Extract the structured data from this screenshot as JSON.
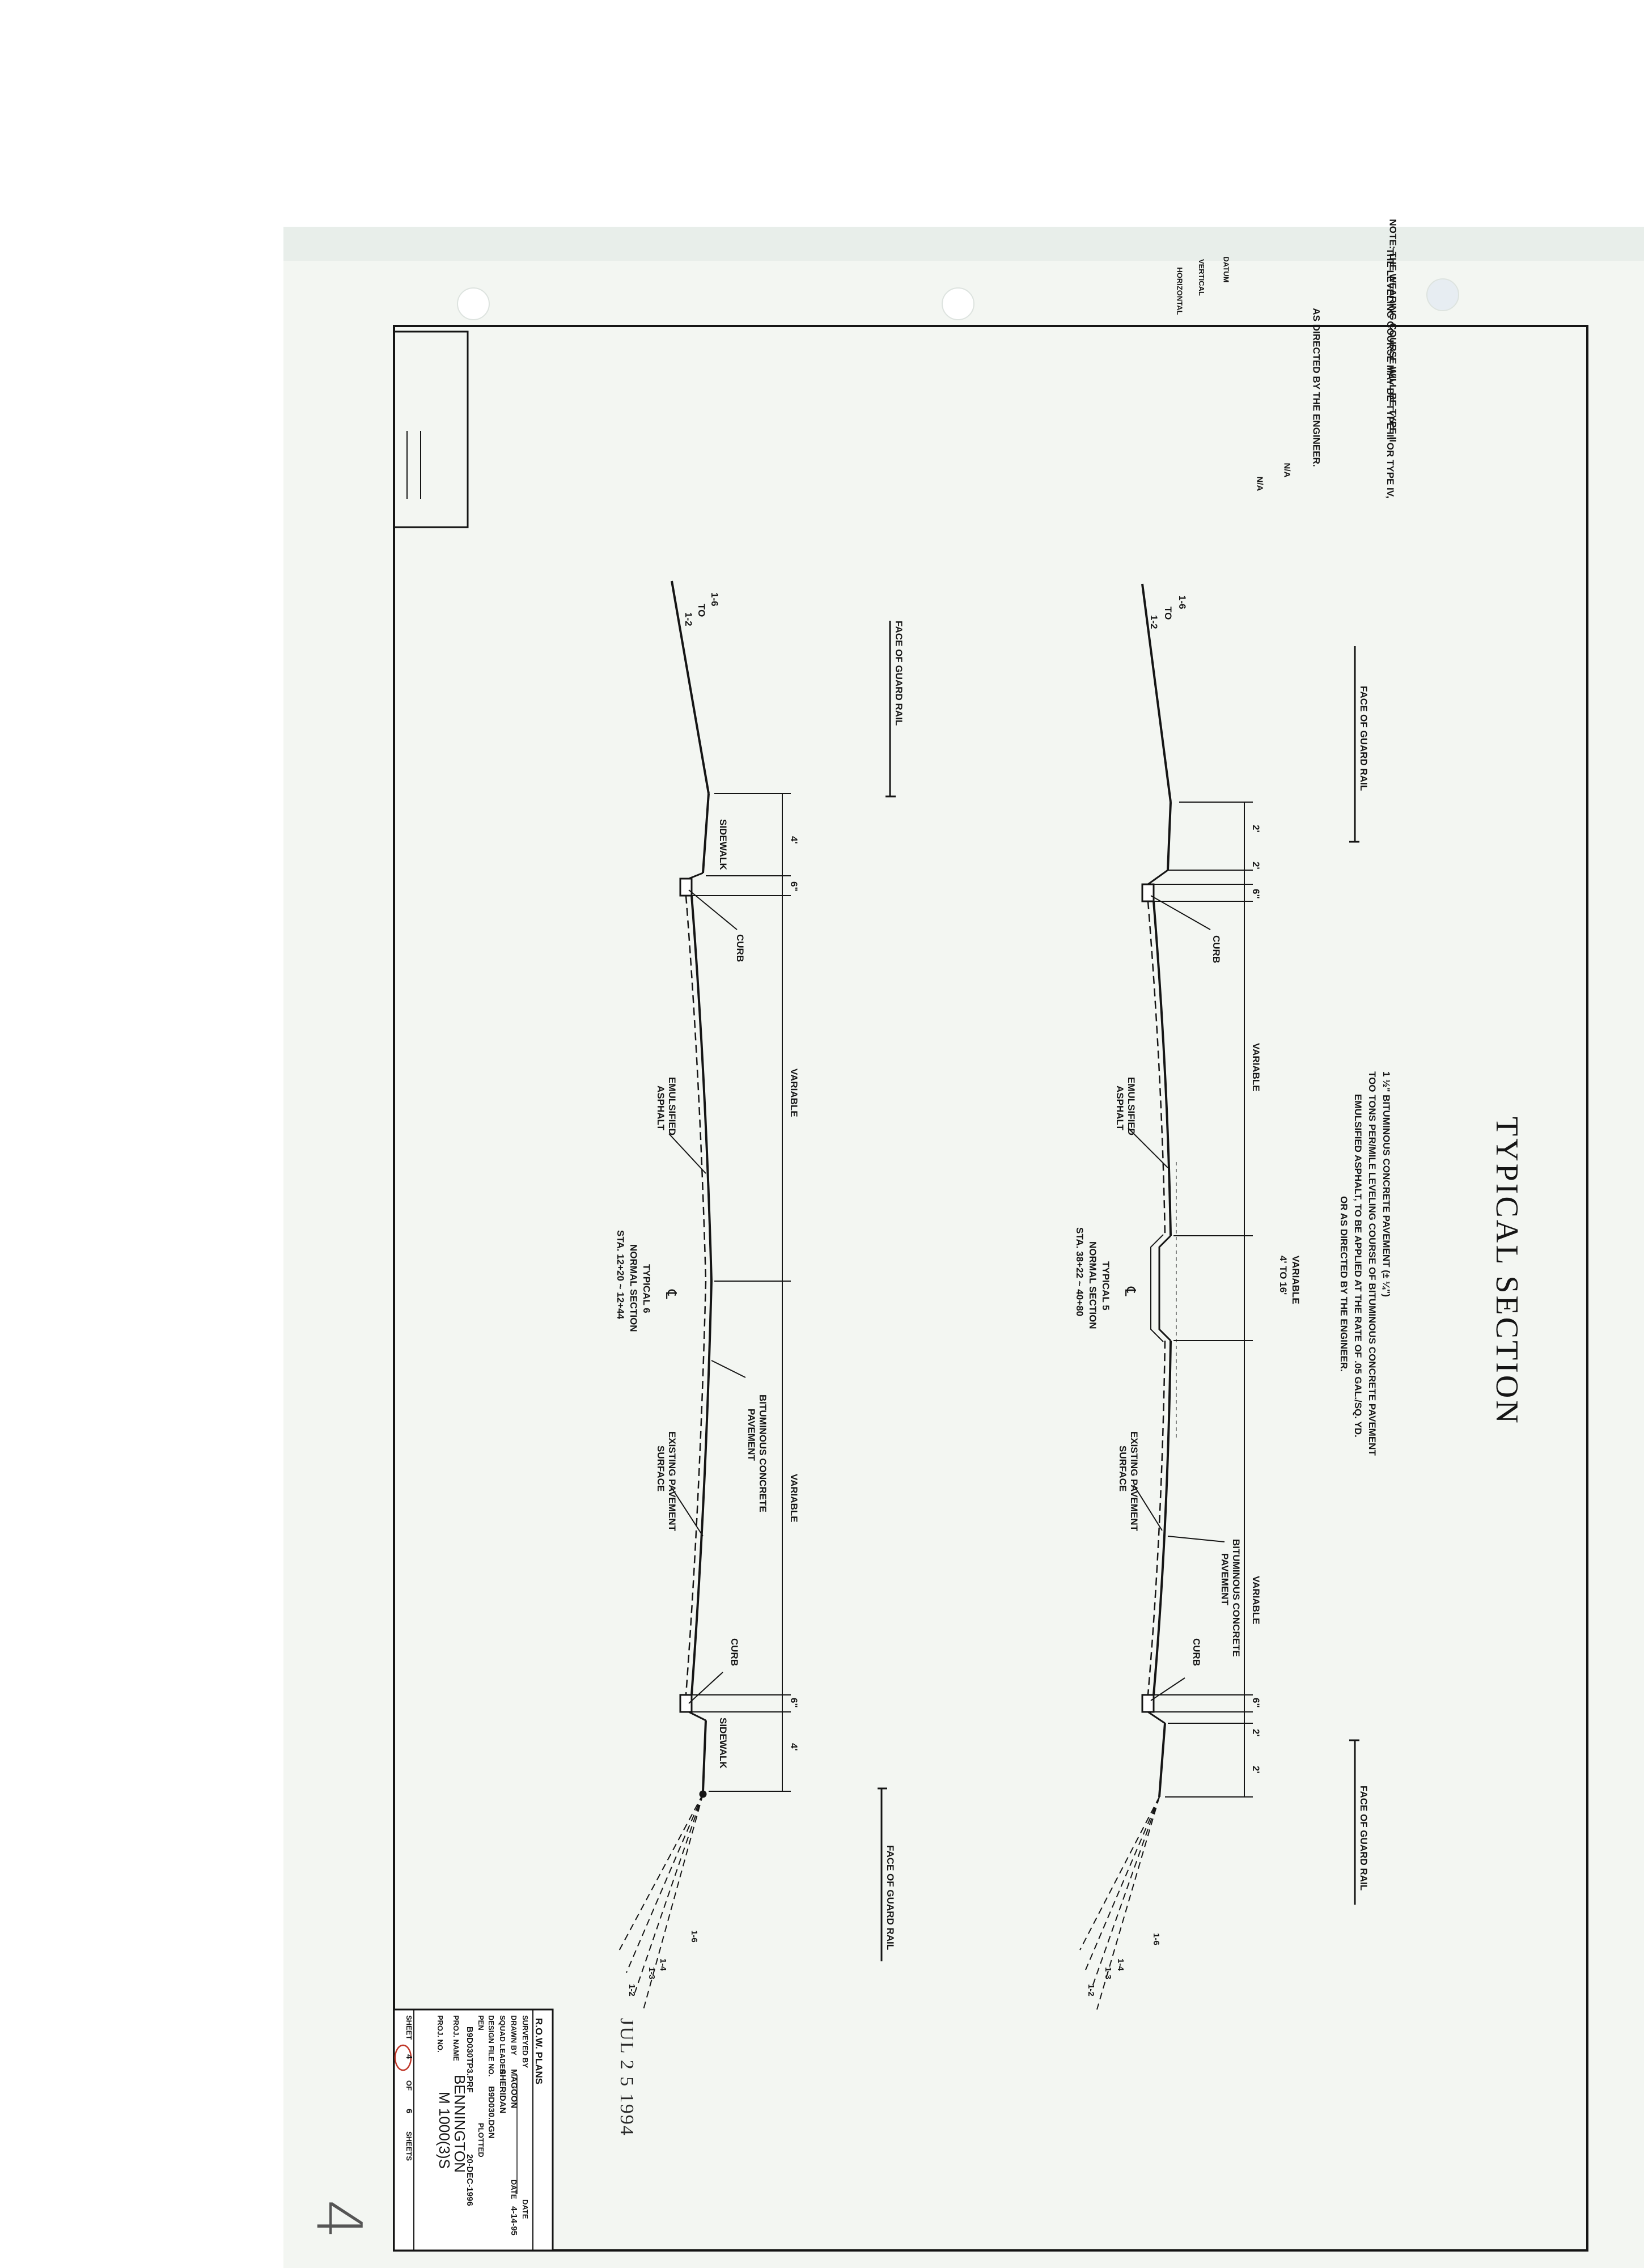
{
  "title": "TYPICAL SECTION",
  "note": [
    "NOTE: THE WEARING COURSE WILL BE TYPE II.",
    "THE LEVELING COURSE MAY BE TYPE III OR TYPE IV,",
    "AS DIRECTED BY THE ENGINEER."
  ],
  "datum": {
    "heading": "DATUM",
    "vertical_label": "VERTICAL",
    "vertical_value": "N/A",
    "horizontal_label": "HORIZONTAL",
    "horizontal_value": "N/A"
  },
  "pavement_note": [
    "1 ½\" BITUMINOUS CONCRETE PAVEMENT (± ¼\")",
    "TOO TONS PER/MILE LEVELING COURSE OF BITUMINOUS CONCRETE PAVEMENT",
    "EMULSIFIED ASPHALT, TO BE APPLIED AT THE RATE OF .05 GAL./SQ. YD.",
    "OR AS DIRECTED BY THE ENGINEER."
  ],
  "section5": {
    "face_guard_rail_left": "FACE OF GUARD RAIL",
    "face_guard_rail_right": "FACE OF GUARD RAIL",
    "slope_left": [
      "1-6",
      "TO",
      "1-2"
    ],
    "dim_2_left": "2'",
    "dim_2b_left": "2'",
    "dim_6_left": "6\"",
    "curb_left": "CURB",
    "variable_left": "VARIABLE",
    "emulsified": [
      "EMULSIFIED",
      "ASPHALT"
    ],
    "median": [
      "VARIABLE",
      "4' TO 16'"
    ],
    "centerline": "℄",
    "label": [
      "TYPICAL 5",
      "NORMAL SECTION",
      "STA. 38+22 ~ 40+80"
    ],
    "existing": [
      "EXISTING PAVEMENT",
      "SURFACE"
    ],
    "variable_right": "VARIABLE",
    "bituminous": [
      "BITUMINOUS CONCRETE",
      "PAVEMENT"
    ],
    "curb_right": "CURB",
    "dim_6_right": "6\"",
    "dim_2_right": "2'",
    "dim_2b_right": "2'",
    "slopes_right": [
      "1-6",
      "1-4",
      "1-3",
      "1-2"
    ]
  },
  "section6": {
    "face_guard_rail_left": "FACE OF GUARD RAIL",
    "face_guard_rail_right": "FACE OF GUARD RAIL",
    "slope_left": [
      "1-6",
      "TO",
      "1-2"
    ],
    "dim_4_left": "4'",
    "dim_6_left": "6\"",
    "sidewalk_left": "SIDEWALK",
    "curb_left": "CURB",
    "variable_left": "VARIABLE",
    "emulsified": [
      "EMULSIFIED",
      "ASPHALT"
    ],
    "centerline": "℄",
    "label": [
      "TYPICAL 6",
      "NORMAL SECTION",
      "STA. 12+20 ~ 12+44"
    ],
    "bituminous": [
      "BITUMINOUS CONCRETE",
      "PAVEMENT"
    ],
    "existing": [
      "EXISTING PAVEMENT",
      "SURFACE"
    ],
    "variable_right": "VARIABLE",
    "curb_right": "CURB",
    "dim_6_right": "6\"",
    "dim_4_right": "4'",
    "sidewalk_right": "SIDEWALK",
    "slopes_right": [
      "1-6",
      "1-4",
      "1-3",
      "1-2"
    ]
  },
  "stamp_date": "JUL 2 5 1994",
  "title_block": {
    "heading": "R.O.W. PLANS",
    "surveyed_by": "SURVEYED BY",
    "date_label": "DATE",
    "drawn_by": "DRAWN BY",
    "drawn_value": "MAGOON",
    "date2_label": "DATE",
    "date2_value": "4-14-95",
    "squad_leader": "SQUAD LEADER",
    "squad_value": "SHERIDAN",
    "design_file": "DESIGN FILE NO.",
    "design_value": "B9D030.DGN",
    "pen_label": "PEN",
    "pen_value": "B9D030TP3.PRF",
    "plot_label": "PLOTTED",
    "plot_value": "20-DEC-1996",
    "proj_name_label": "PROJ. NAME",
    "proj_name_value": "BENNINGTON",
    "proj_no_label": "PROJ. NO.",
    "proj_no_value": "M 1000(3)S",
    "sheet_label": "SHEET",
    "sheet_value": "4",
    "of_label": "OF",
    "sheets_value": "6",
    "sheets_label": "SHEETS"
  },
  "handwritten_page": "4"
}
